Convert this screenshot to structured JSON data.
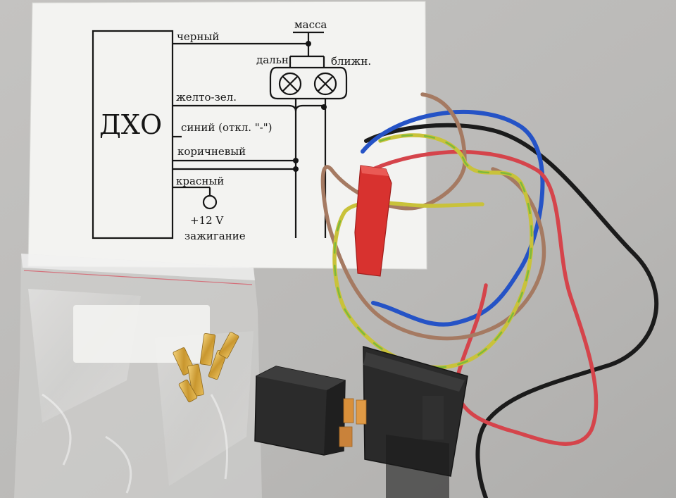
{
  "photo": {
    "diagram": {
      "module_label": "ДХО",
      "ground_label": "масса",
      "high_beam_label": "дальн.",
      "low_beam_label": "ближн.",
      "wires": {
        "black": "черный",
        "yellow_green": "желто-зел.",
        "blue": "синий (откл. \"-\")",
        "brown": "коричневый",
        "red": "красный"
      },
      "voltage_label": "+12 V",
      "ignition_label": "зажигание"
    },
    "colors": {
      "background": "#bdbcba",
      "paper": "#f3f3f1",
      "ink": "#151515",
      "wire_black": "#1b1b1b",
      "wire_blue": "#2553c6",
      "wire_red": "#d5444b",
      "wire_brown": "#a57a62",
      "wire_yellow": "#c9c23a",
      "wire_green": "#7db93b",
      "connector_red": "#d8322f",
      "relay_black": "#262626",
      "terminal_brass": "#d4a53a"
    }
  }
}
